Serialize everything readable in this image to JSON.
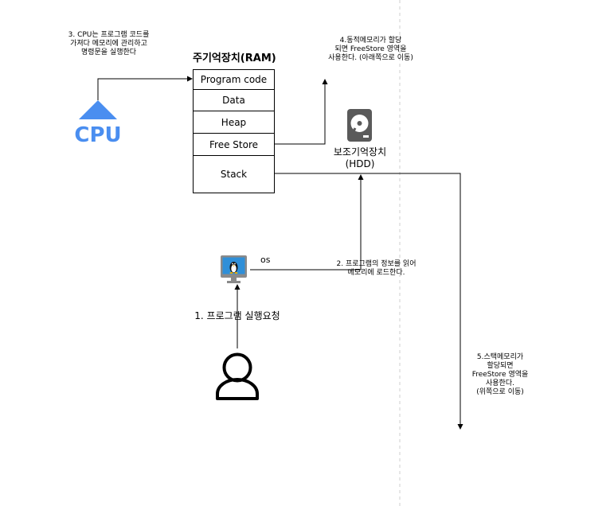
{
  "notes": {
    "step3": "3. CPU는 프로그램 코드를\n가져다 메모리에 관리하고\n명령문을 실행한다",
    "step4": "4.동적메모리가 할당\n되면 FreeStore 영역을\n사용한다. (아래쪽으로 이동)",
    "step2": "2. 프로그램의 정보를 읽어\n메모리에 로드한다.",
    "step5": "5.스택메모리가\n할당되면\nFreeStore 영역을\n사용한다.\n(위쪽으로 이동)",
    "step1": "1. 프로그램 실행요청"
  },
  "ram": {
    "title": "주기억장치(RAM)",
    "cells": [
      "Program code",
      "Data",
      "Heap",
      "Free Store",
      "Stack"
    ]
  },
  "hdd": {
    "label": "보조기억장치\n(HDD)"
  },
  "os": {
    "label": "os"
  },
  "cpu": {
    "label": "CPU"
  },
  "colors": {
    "cpu_blue": "#4a8ef0",
    "hdd_gray": "#5a5a5a",
    "monitor_blue": "#2f8fd8"
  }
}
